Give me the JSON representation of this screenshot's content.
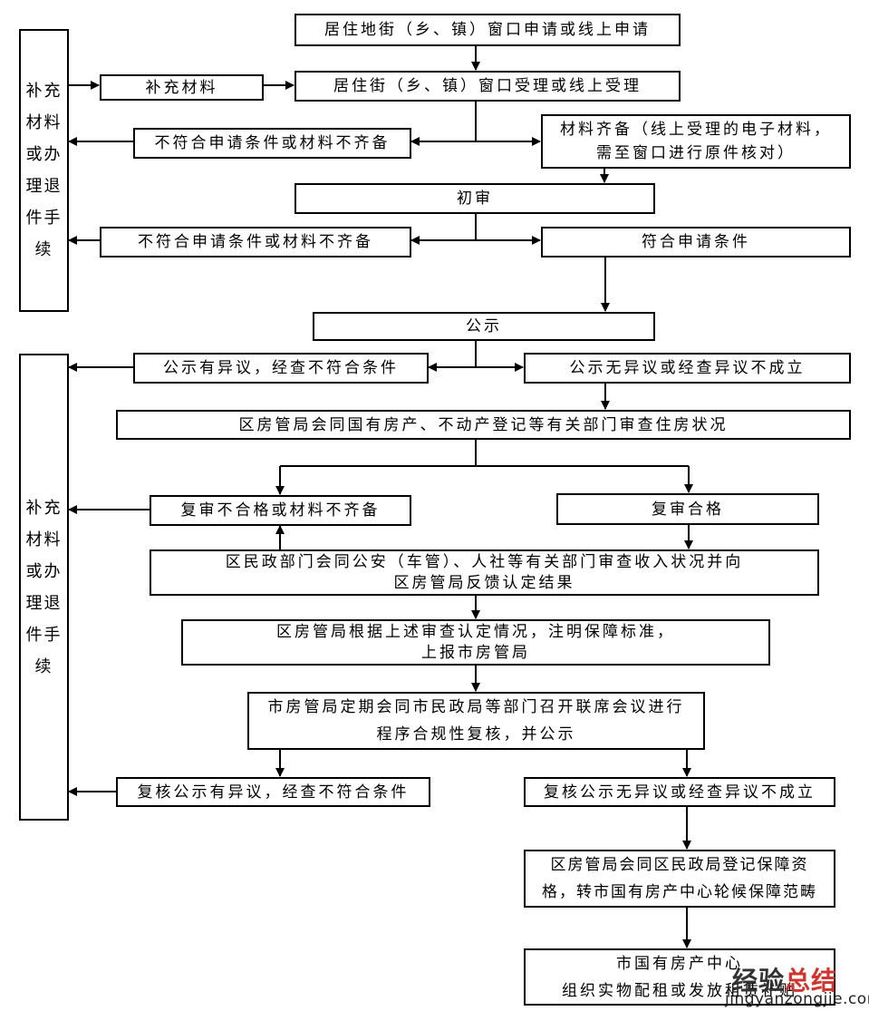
{
  "diagram": {
    "type": "flowchart",
    "side_panels": [
      {
        "id": "side1",
        "label": "补充材料或办理退件手续"
      },
      {
        "id": "side2",
        "label": "补充材料或办理退件手续"
      }
    ],
    "nodes": {
      "apply": "居住地街（乡、镇）窗口申请或线上申请",
      "supplement": "补充材料",
      "accept": "居住街（乡、镇）窗口受理或线上受理",
      "reject1": "不符合申请条件或材料不齐备",
      "complete": "材料齐备（线上受理的电子材料，\n需至窗口进行原件核对）",
      "first_review": "初审",
      "reject2": "不符合申请条件或材料不齐备",
      "qualified": "符合申请条件",
      "publicity": "公示",
      "objection": "公示有异议，经查不符合条件",
      "no_objection": "公示无异议或经查异议不成立",
      "housing_review": "区房管局会同国有房产、不动产登记等有关部门审查住房状况",
      "recheck_fail": "复审不合格或材料不齐备",
      "recheck_pass": "复审合格",
      "income_review": "区民政部门会同公安（车管）、人社等有关部门审查收入状况并向\n区房管局反馈认定结果",
      "report": "区房管局根据上述审查认定情况，注明保障标准，\n上报市房管局",
      "joint_meeting": "市房管局定期会同市民政局等部门召开联席会议进行\n程序合规性复核，并公示",
      "final_objection": "复核公示有异议，经查不符合条件",
      "final_no_objection": "复核公示无异议或经查异议不成立",
      "register": "区房管局会同区民政局登记保障资\n格，转市国有房产中心轮候保障范畴",
      "allocate": "市国有房产中心\n组织实物配租或发放租赁补贴"
    },
    "edges": [
      [
        "apply",
        "accept"
      ],
      [
        "side1",
        "supplement"
      ],
      [
        "supplement",
        "accept"
      ],
      [
        "accept",
        "reject1"
      ],
      [
        "accept",
        "complete"
      ],
      [
        "reject1",
        "side1"
      ],
      [
        "complete",
        "first_review"
      ],
      [
        "first_review",
        "reject2"
      ],
      [
        "first_review",
        "qualified"
      ],
      [
        "reject2",
        "side1"
      ],
      [
        "qualified",
        "publicity"
      ],
      [
        "publicity",
        "objection"
      ],
      [
        "publicity",
        "no_objection"
      ],
      [
        "objection",
        "side2"
      ],
      [
        "no_objection",
        "housing_review"
      ],
      [
        "housing_review",
        "recheck_fail"
      ],
      [
        "housing_review",
        "recheck_pass"
      ],
      [
        "recheck_fail",
        "side2"
      ],
      [
        "income_review",
        "recheck_fail"
      ],
      [
        "recheck_pass",
        "income_review"
      ],
      [
        "income_review",
        "report"
      ],
      [
        "report",
        "joint_meeting"
      ],
      [
        "joint_meeting",
        "final_objection"
      ],
      [
        "joint_meeting",
        "final_no_objection"
      ],
      [
        "final_objection",
        "side2"
      ],
      [
        "final_no_objection",
        "register"
      ],
      [
        "register",
        "allocate"
      ]
    ]
  },
  "watermark": {
    "cn_a": "经验",
    "cn_b": "总结",
    "en": "jingyanzongjie.com",
    "accent_color": "#d0342c"
  }
}
